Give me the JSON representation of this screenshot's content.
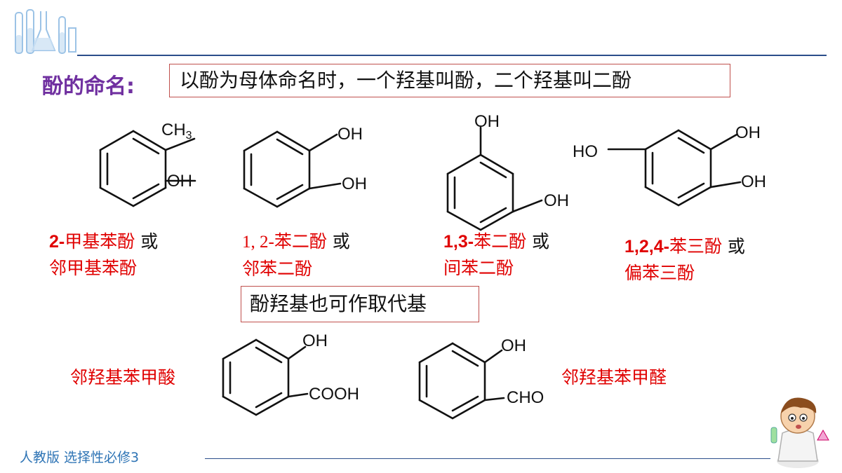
{
  "title": "酚的命名:",
  "rule": "以酚为母体命名时，一个羟基叫酚，二个羟基叫二酚",
  "substituent_note": "酚羟基也可作取代基",
  "compounds": [
    {
      "groups": [
        "CH3",
        "OH"
      ],
      "name_num": "2-",
      "name_rest": "甲基苯酚",
      "or": " 或",
      "alt_name": "邻甲基苯酚"
    },
    {
      "groups": [
        "OH",
        "OH"
      ],
      "name_num": "1, 2-",
      "name_rest": "苯二酚",
      "or": "  或",
      "alt_name": "邻苯二酚"
    },
    {
      "groups": [
        "OH",
        "OH"
      ],
      "name_num": "1,3-",
      "name_rest": "苯二酚",
      "or": " 或",
      "alt_name": "间苯二酚"
    },
    {
      "groups": [
        "HO",
        "OH",
        "OH"
      ],
      "name_num": "1,2,4-",
      "name_rest": "苯三酚",
      "or": " 或",
      "alt_name": "偏苯三酚"
    }
  ],
  "derivatives": [
    {
      "name": "邻羟基苯甲酸",
      "groups": [
        "OH",
        "COOH"
      ]
    },
    {
      "name": "邻羟基苯甲醛",
      "groups": [
        "OH",
        "CHO"
      ]
    }
  ],
  "footer": "人教版 选择性必修3",
  "colors": {
    "title": "#7030a0",
    "accent": "#e00000",
    "box_border": "#c0504d",
    "footer": "#2e74b5",
    "line": "#2b4e8a"
  },
  "icons": [
    "lab-glassware-icon",
    "scientist-boy-icon"
  ]
}
